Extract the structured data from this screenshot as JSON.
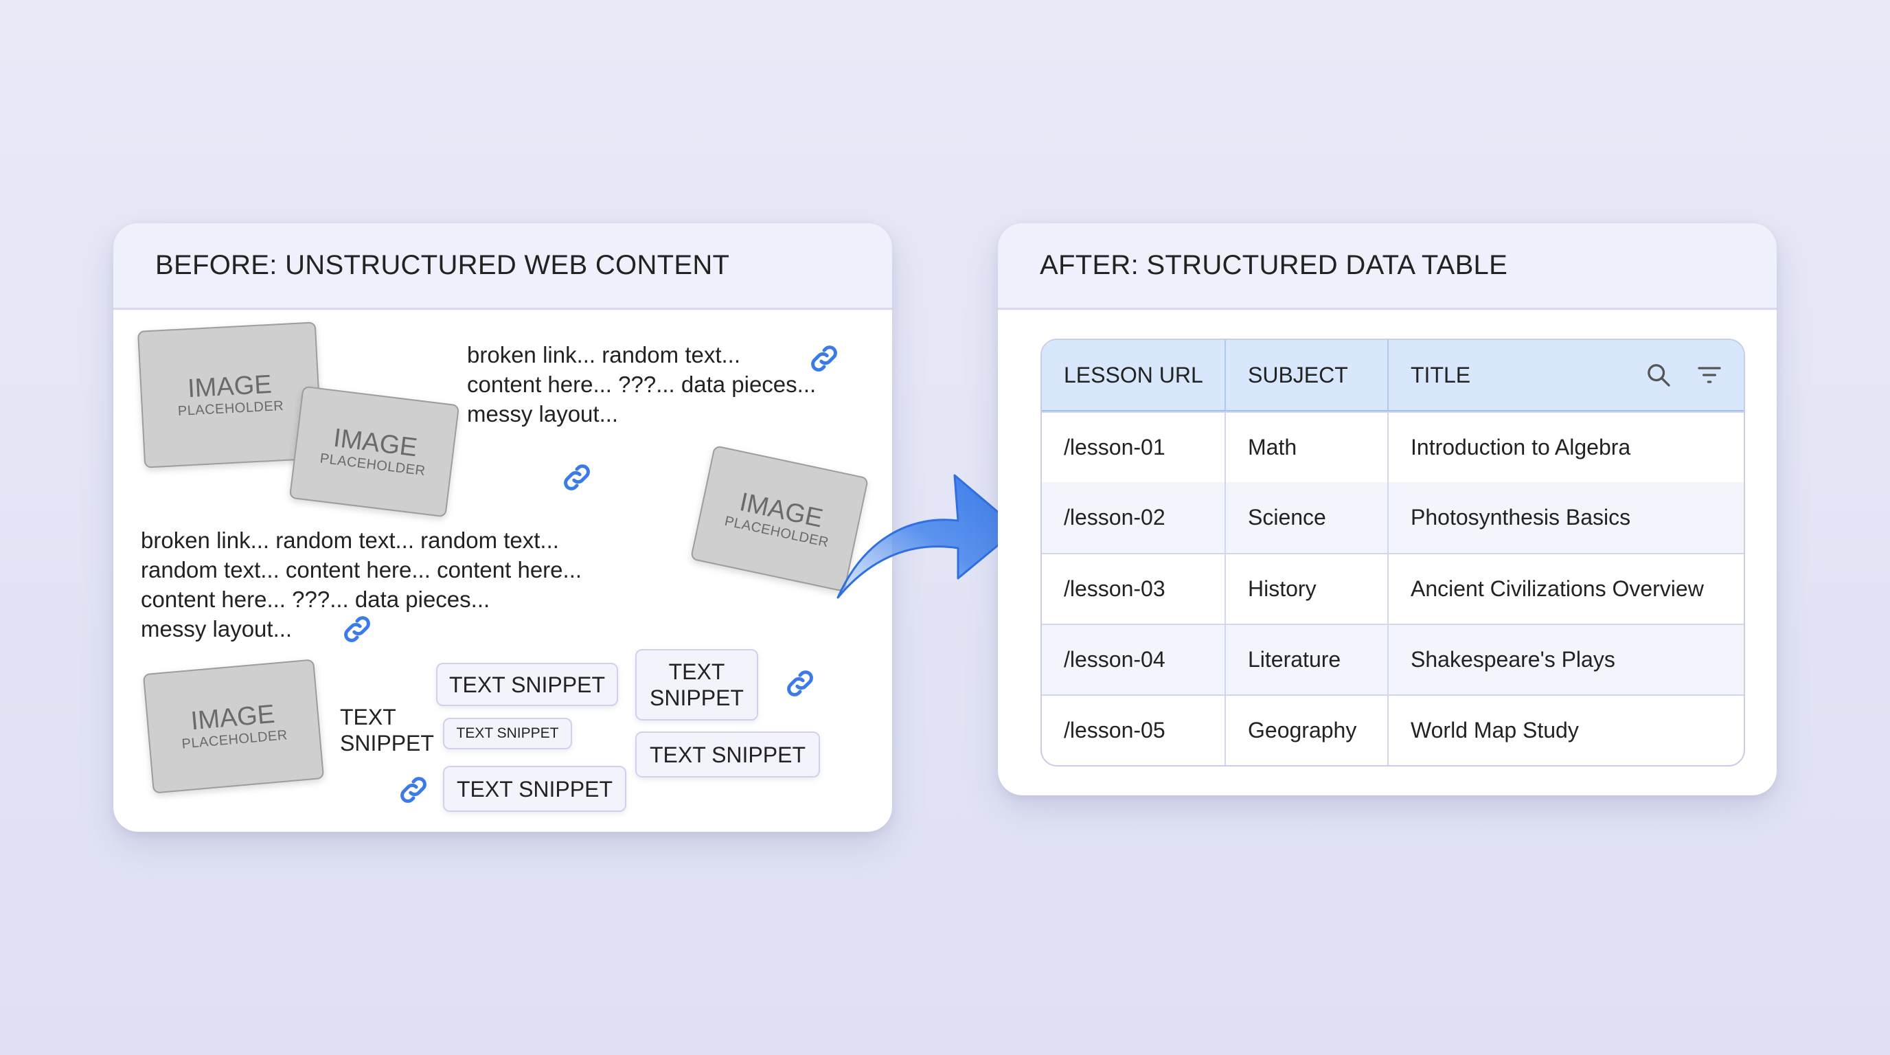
{
  "before": {
    "title": "BEFORE: UNSTRUCTURED WEB CONTENT",
    "image_placeholder": {
      "line1": "IMAGE",
      "line2": "PLACEHOLDER"
    },
    "text_block_1": [
      "broken link... random text...",
      "content here... ???... data pieces...",
      "messy layout..."
    ],
    "text_block_2": [
      "broken link... random text... random text...",
      "random text... content here... content here...",
      "content here... ???... data pieces...",
      "messy layout..."
    ],
    "snippet_label": "TEXT SNIPPET",
    "snippet_two_line": [
      "TEXT",
      "SNIPPET"
    ],
    "link_icon": "link-icon"
  },
  "after": {
    "title": "AFTER: STRUCTURED DATA TABLE",
    "columns": [
      "LESSON URL",
      "SUBJECT",
      "TITLE"
    ],
    "rows": [
      [
        "/lesson-01",
        "Math",
        "Introduction to Algebra"
      ],
      [
        "/lesson-02",
        "Science",
        "Photosynthesis Basics"
      ],
      [
        "/lesson-03",
        "History",
        "Ancient Civilizations Overview"
      ],
      [
        "/lesson-04",
        "Literature",
        "Shakespeare's Plays"
      ],
      [
        "/lesson-05",
        "Geography",
        "World Map Study"
      ]
    ],
    "header_icons": [
      "search-icon",
      "filter-icon"
    ]
  },
  "colors": {
    "accent": "#3b7be8",
    "table_header": "#d8e7fb",
    "background": "#e6e8f6"
  }
}
